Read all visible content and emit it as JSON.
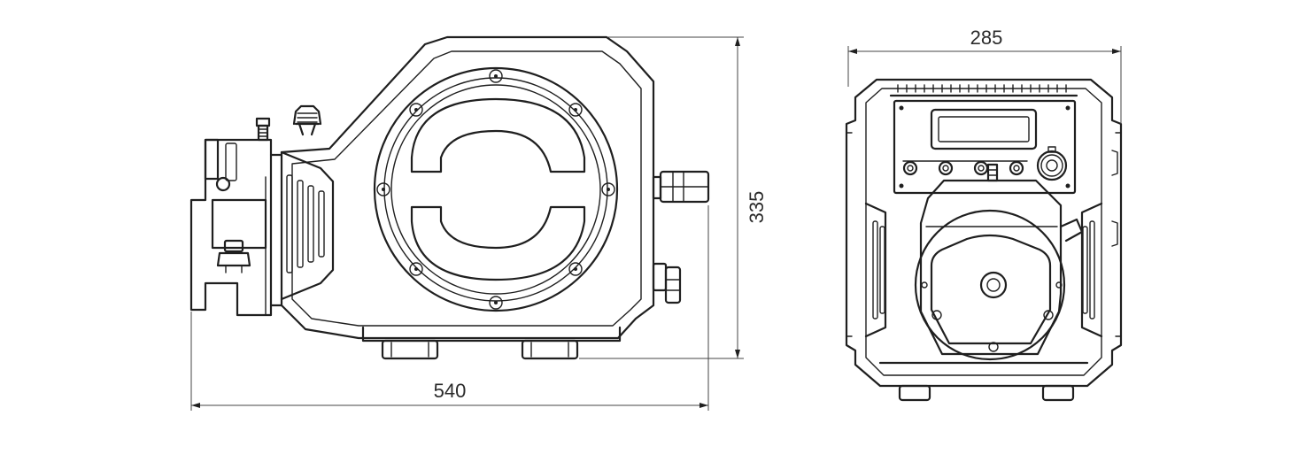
{
  "figure": {
    "type": "dimension-drawing",
    "views": [
      "side-view",
      "front-view"
    ],
    "dimensions": {
      "side_width": "540",
      "side_height": "335",
      "front_width": "285"
    },
    "colors": {
      "line": "#1f1f1f",
      "background": "#ffffff",
      "text": "#2b2b2b"
    }
  }
}
